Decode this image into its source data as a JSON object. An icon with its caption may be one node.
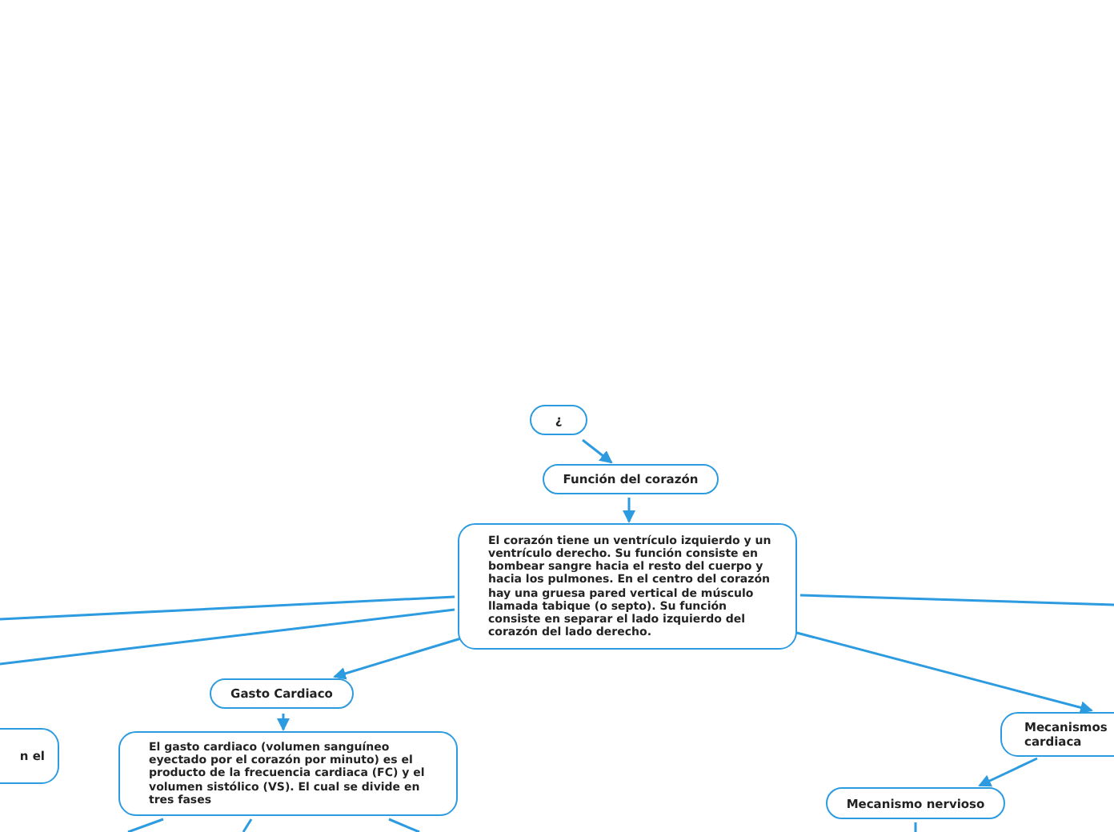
{
  "diagram": {
    "nodes": [
      {
        "text": [
          "¿"
        ]
      },
      {
        "text": [
          "Función del corazón"
        ]
      },
      {
        "text": [
          "El corazón tiene un ventrículo izquierdo y un ventrículo derecho. Su función consiste en bombear sangre hacia el resto del cuerpo y hacia los pulmones. En el centro del corazón hay una gruesa pared vertical de músculo llamada tabique (o septo). Su función consiste en separar el lado izquierdo del corazón del lado derecho."
        ]
      },
      {
        "text": [
          "Gasto Cardiaco"
        ]
      },
      {
        "text": [
          "El gasto cardiaco (volumen sanguíneo eyectado por el corazón por minuto) es el producto de la frecuencia cardiaca (FC) y el volumen sistólico (VS). El cual se divide en tres fases"
        ]
      },
      {
        "text": [
          "n el"
        ]
      },
      {
        "text": [
          "Mecanismos cardiaca"
        ]
      },
      {
        "text": [
          "Mecanismo nervioso"
        ]
      }
    ],
    "edges": [
      {
        "from": 0,
        "to": 1,
        "arrow": "to"
      },
      {
        "from": 1,
        "to": 2,
        "arrow": "to"
      },
      {
        "from": 2,
        "to": null,
        "arrow": "none"
      },
      {
        "from": 2,
        "to": null,
        "arrow": "none"
      },
      {
        "from": 2,
        "to": 3,
        "arrow": "to"
      },
      {
        "from": 2,
        "to": null,
        "arrow": "none"
      },
      {
        "from": 2,
        "to": 6,
        "arrow": "to"
      },
      {
        "from": 3,
        "to": 4,
        "arrow": "to"
      },
      {
        "from": 6,
        "to": 7,
        "arrow": "to"
      },
      {
        "from": 4,
        "to": null,
        "arrow": "none"
      },
      {
        "from": 4,
        "to": null,
        "arrow": "none"
      },
      {
        "from": 4,
        "to": null,
        "arrow": "none"
      },
      {
        "from": 7,
        "to": null,
        "arrow": "none"
      }
    ]
  }
}
